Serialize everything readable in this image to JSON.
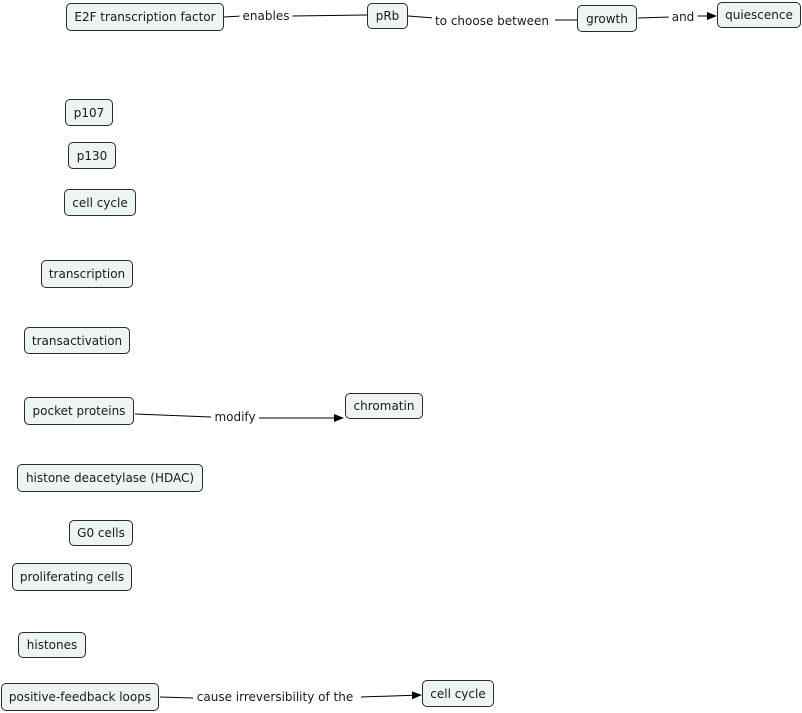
{
  "concepts": {
    "e2f": "E2F transcription factor",
    "prb": "pRb",
    "growth": "growth",
    "quiescence": "quiescence",
    "p107": "p107",
    "p130": "p130",
    "cell_cycle_1": "cell cycle",
    "transcription": "transcription",
    "transactivation": "transactivation",
    "pocket_proteins": "pocket proteins",
    "chromatin": "chromatin",
    "hdac": "histone deacetylase (HDAC)",
    "g0_cells": "G0 cells",
    "proliferating_cells": "proliferating cells",
    "histones": "histones",
    "positive_feedback": "positive-feedback loops",
    "cell_cycle_2": "cell cycle"
  },
  "links": {
    "enables": "enables",
    "to_choose_between": "to choose between",
    "and": "and",
    "modify": "modify",
    "cause_irreversibility": "cause irreversibility of the"
  }
}
